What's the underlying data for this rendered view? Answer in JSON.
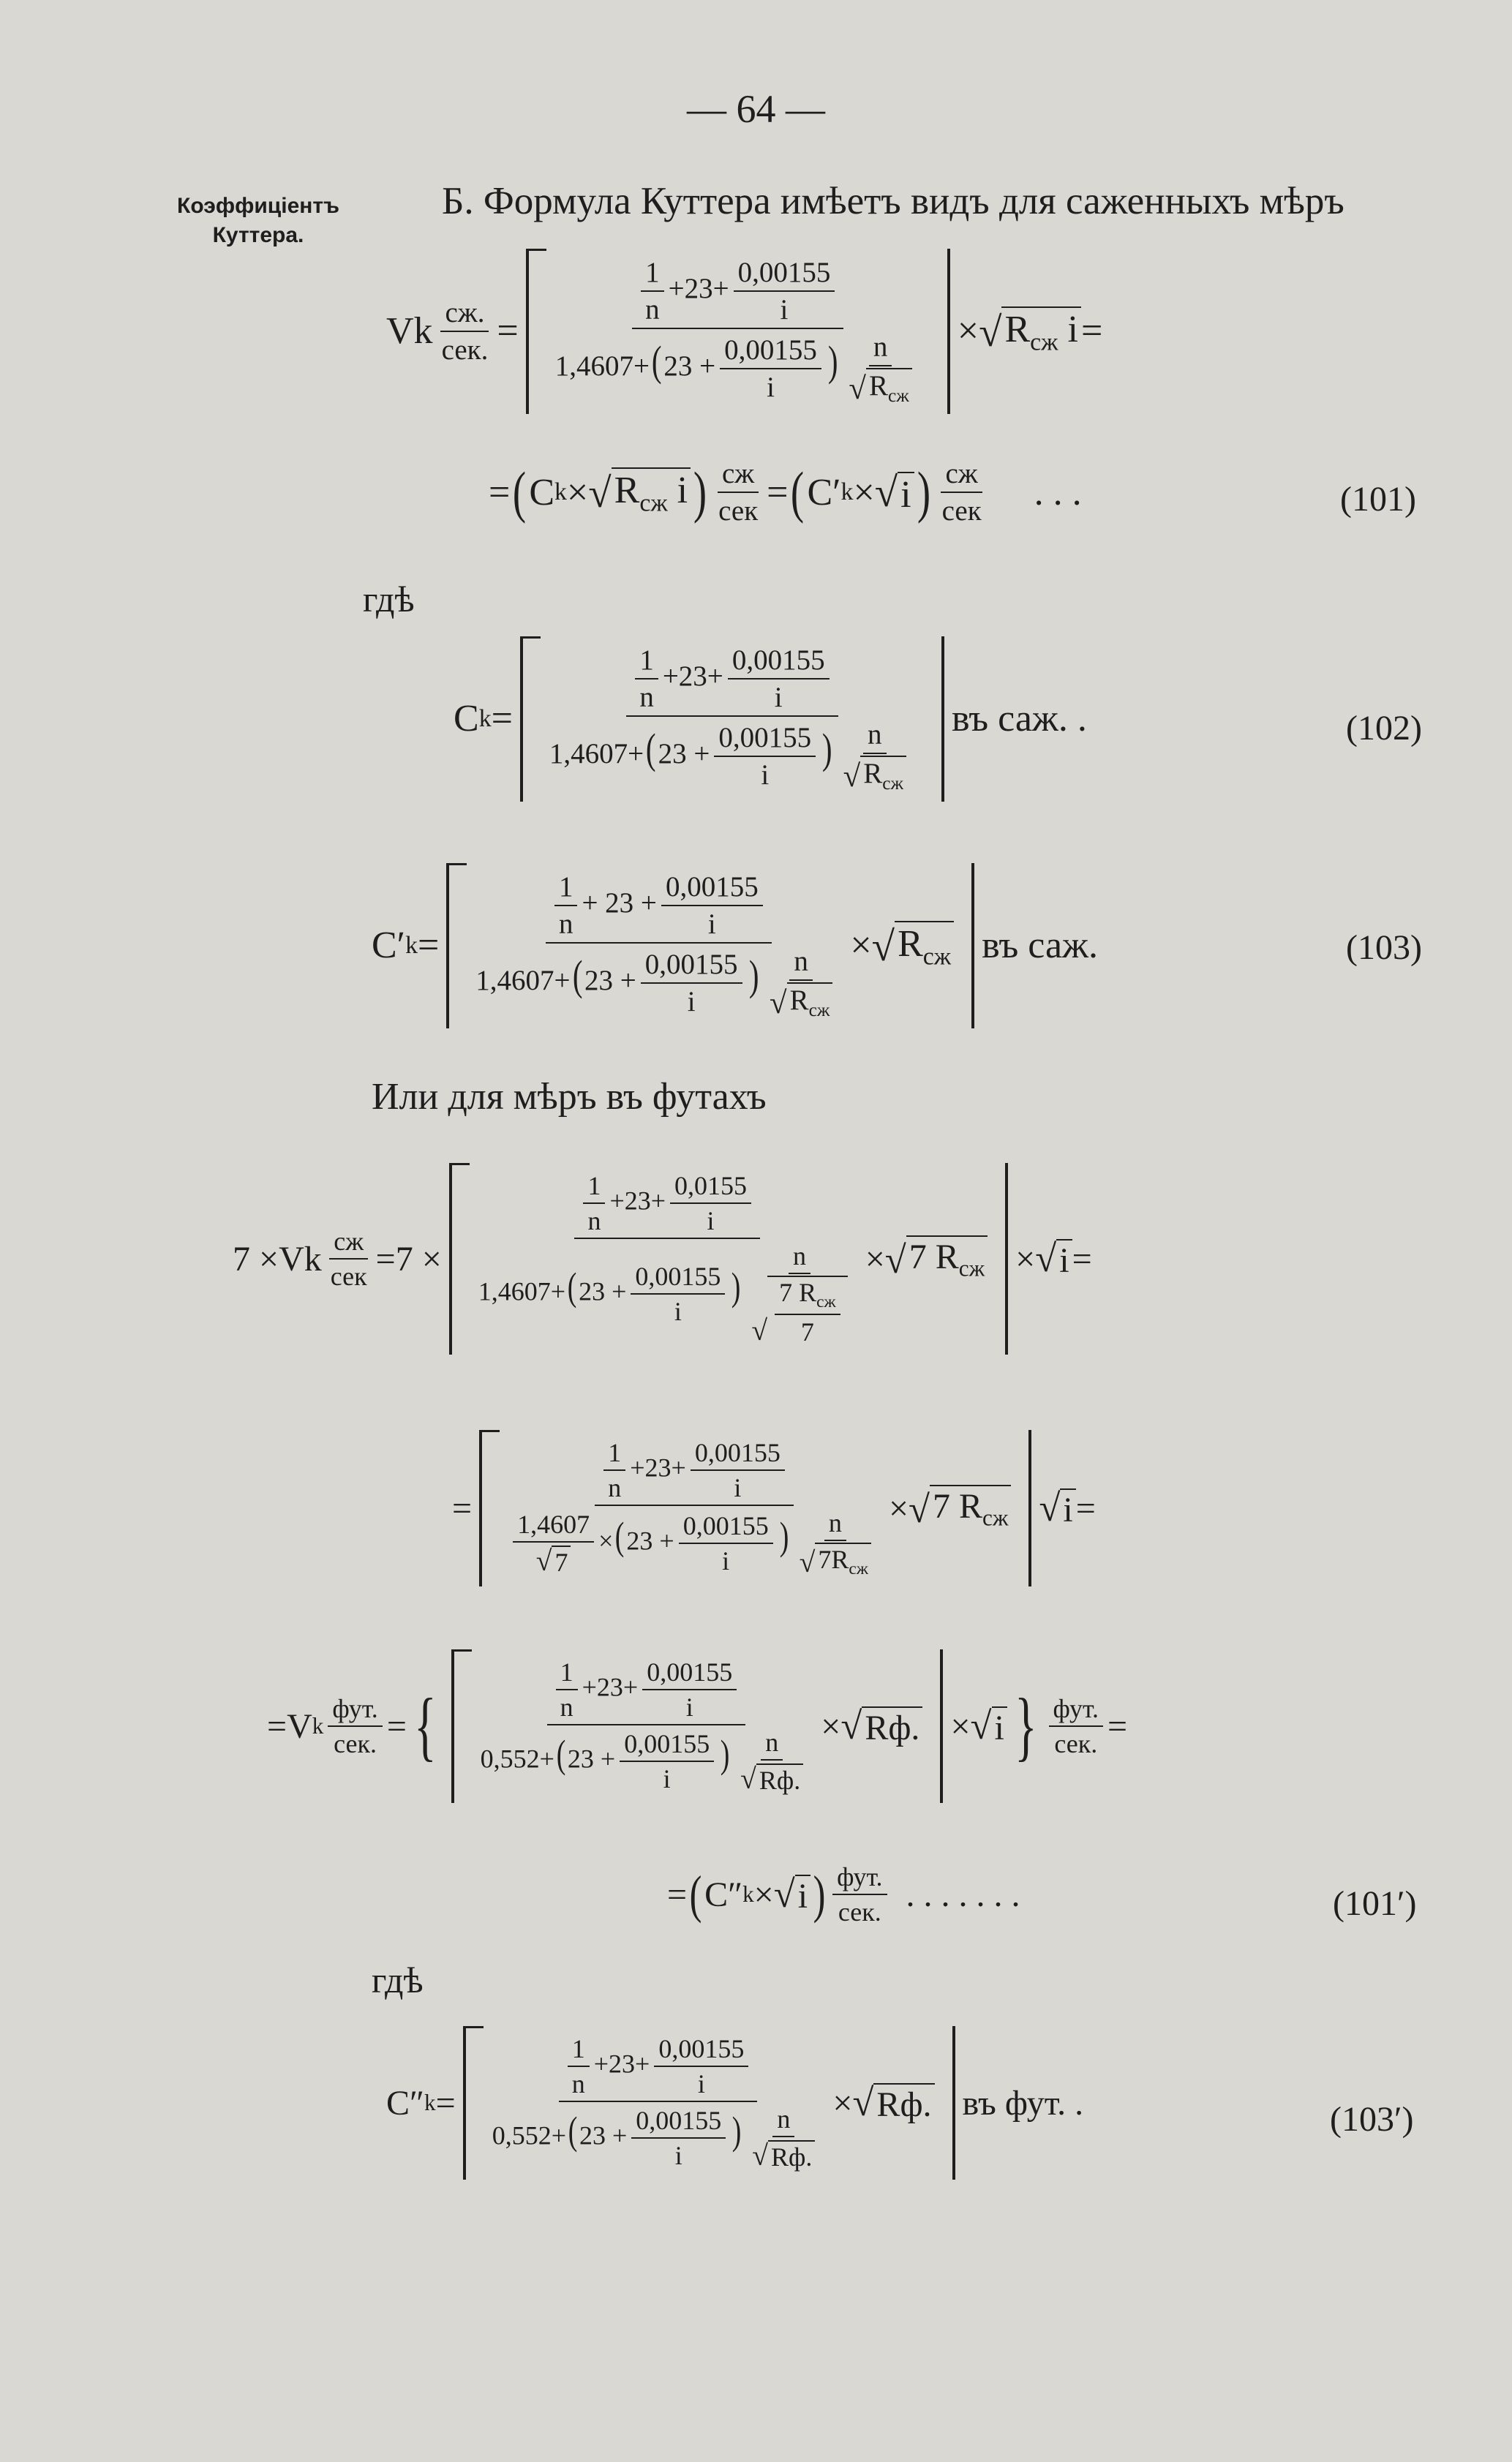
{
  "page": {
    "number": "— 64 —"
  },
  "margin_note": {
    "line1": "Коэффиціентъ",
    "line2": "Куттера."
  },
  "heading": "Б. Формула Куттера имѣетъ видъ для саженныхъ мѣръ",
  "words": {
    "where1": "гдѣ",
    "where2": "гдѣ",
    "feet_intro": "Или для мѣръ въ футахъ"
  },
  "symbols": {
    "Vk": "Vk",
    "Vk_sub": "V",
    "k": "k",
    "szh": "сж.",
    "sek": "сек.",
    "szh2": "сж",
    "sek2": "сек",
    "fut": "фут.",
    "eq": "=",
    "times": "×",
    "one": "1",
    "n": "n",
    "i": "i",
    "plus23": "+23+",
    "plus23s": "+ 23 +",
    "c_00155": "0,00155",
    "c_0155": "0,0155",
    "c_14607": "1,4607+",
    "c_14607b": "1,4607",
    "c_0552": "0,552+",
    "open23": "23 +",
    "R_szh": "R",
    "szh_sub": "сж",
    "R_f": "Rф.",
    "C": "C",
    "Cp": "C′",
    "Cpp": "C″",
    "v_sazh": "въ саж. .",
    "v_sazh2": "въ саж.",
    "v_fut": "въ фут. .",
    "seven": "7",
    "seven_times": "7 ×",
    "dots": ". . .",
    "dots2": ". . . .       . . ."
  },
  "eq_numbers": {
    "e101": "(101)",
    "e102": "(102)",
    "e103": "(103)",
    "e101p": "(101′)",
    "e103p": "(103′)"
  }
}
